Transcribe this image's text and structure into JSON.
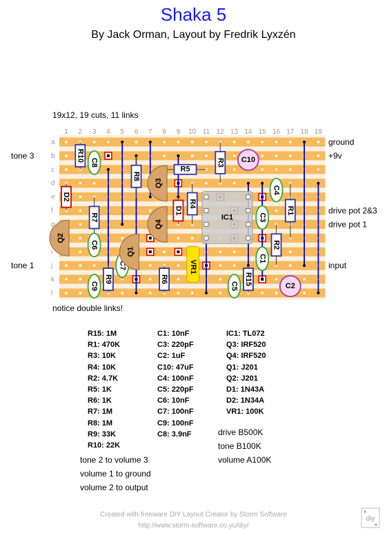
{
  "title": "Shaka 5",
  "subtitle": "By Jack Orman, Layout by Fredrik Lyxzén",
  "board_info": "19x12, 19 cuts, 11 links",
  "col_labels": [
    "1",
    "2",
    "3",
    "4",
    "5",
    "6",
    "7",
    "8",
    "9",
    "10",
    "11",
    "12",
    "13",
    "14",
    "15",
    "16",
    "17",
    "18",
    "19"
  ],
  "row_labels": [
    "a",
    "b",
    "c",
    "d",
    "e",
    "f",
    "g",
    "h",
    "i",
    "j",
    "k",
    "l"
  ],
  "left_labels": [
    {
      "text": "tone 3",
      "row": 1
    },
    {
      "text": "tone 1",
      "row": 9
    }
  ],
  "right_labels": [
    {
      "text": "ground",
      "row": 0
    },
    {
      "text": "+9v",
      "row": 1
    },
    {
      "text": "drive pot 2&3",
      "row": 5
    },
    {
      "text": "drive pot 1",
      "row": 6
    },
    {
      "text": "input",
      "row": 9
    }
  ],
  "board_note": "notice double links!",
  "component_labels": {
    "R10": "R10",
    "R8": "R8",
    "R5": "R5",
    "R3": "R3",
    "R4": "R4",
    "R7": "R7",
    "R1": "R1",
    "R2": "R2",
    "R9": "R9",
    "R6": "R6",
    "R15": "R15",
    "C8": "C8",
    "C10": "C10",
    "C4": "C4",
    "C3": "C3",
    "C6": "C6",
    "C7": "C7",
    "C1": "C1",
    "C9": "C9",
    "C5": "C5",
    "C2": "C2",
    "Q3": "Q3",
    "Q4": "Q4",
    "Q2": "Q2",
    "Q1": "Q1",
    "D2": "D2",
    "D1": "D1",
    "IC1": "IC1",
    "VR1": "VR1"
  },
  "parts_col1": [
    "R15: 1M",
    "R1: 470K",
    "R3: 10K",
    "R4: 10K",
    "R2: 4.7K",
    "R5: 1K",
    "R6: 1K",
    "R7: 1M",
    "R8: 1M",
    "R9: 33K",
    "R10: 22K"
  ],
  "parts_col2": [
    "C1: 10nF",
    "C3: 220pF",
    "C2: 1uF",
    "C10: 47uF",
    "C4: 100nF",
    "C5: 220pF",
    "C6: 10nF",
    "C7: 100nF",
    "C9: 100nF",
    "C8: 3.9nF"
  ],
  "parts_col3": [
    "IC1: TL072",
    "Q3: IRF520",
    "Q4: IRF520",
    "Q1: J201",
    "Q2: J201",
    "D1: 1N43A",
    "D2: 1N34A",
    "VR1: 100K"
  ],
  "pots": [
    "drive B500K",
    "tone B100K",
    "volume A100K"
  ],
  "wiring_notes": [
    "tone 2 to volume 3",
    "volume 1 to ground",
    "volume 2 to output"
  ],
  "footer_line1": "Created with freeware DIY Layout Creator by Storm Software",
  "footer_line2": "http://www.storm-software.co.yu/diy/",
  "colors": {
    "strip": "#f6b95c",
    "board": "#f9f0e0",
    "title": "#1a1ae6",
    "cut": "#d40000",
    "link": "#0000cc",
    "resistor": "#3333aa",
    "cap_green": "#3aa63a",
    "cap_purple": "#a03ca0",
    "transistor": "#d9a46a",
    "vr": "#ffe400"
  }
}
